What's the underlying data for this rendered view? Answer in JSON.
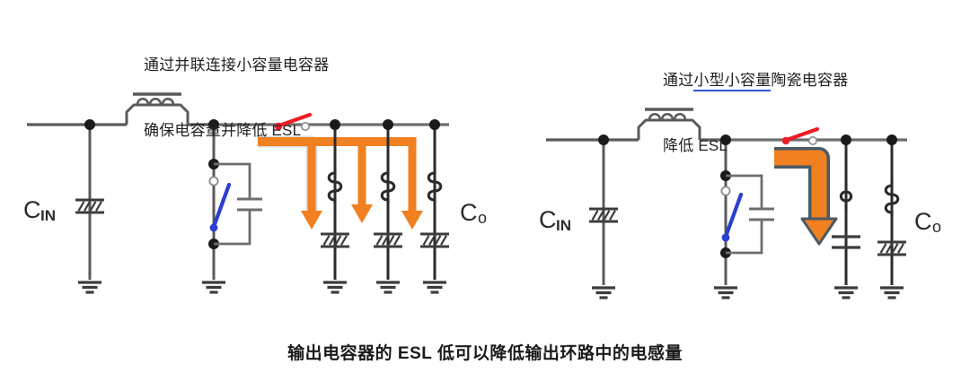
{
  "figure": {
    "caption": "输出电容器的 ESL 低可以降低输出环路中的电感量",
    "caption_bold": true
  },
  "panels": [
    {
      "id": "left-panel",
      "title_line1": "通过并联连接小容量电容器",
      "title_line2": "确保电容量并降低 ESL",
      "title_underline_text": "",
      "input_cap_label": "C",
      "input_cap_sub": "IN",
      "output_cap_label": "C",
      "output_cap_sub": "o",
      "output_branch_count": 3,
      "esl_inductor_turns": 3,
      "arrow_count": 3,
      "arrow_style": "thin",
      "output_cap_type": "electrolytic-hatched"
    },
    {
      "id": "right-panel",
      "title_line1": "通过小型小容量陶瓷电容器",
      "title_line2": "降低 ESL",
      "title_underline_text": "小型小容量",
      "title_prefix": "通过",
      "title_suffix": "陶瓷电容器",
      "input_cap_label": "C",
      "input_cap_sub": "IN",
      "output_cap_label": "C",
      "output_cap_sub": "o",
      "output_branch_count": 2,
      "esl_inductor_turns_small": 1,
      "esl_inductor_turns_large": 3,
      "arrow_count": 1,
      "arrow_style": "thick",
      "output_cap_type_small": "ceramic-plain",
      "output_cap_type_large": "electrolytic-hatched"
    }
  ],
  "colors": {
    "wire": "#3c3c3c",
    "wire_light": "#6e6e6e",
    "node": "#1a1a1a",
    "switch_blue": "#2b3fd0",
    "switch_red": "#ee1c25",
    "arrow_orange": "#f08020",
    "arrow_outline": "#4a5a66",
    "underline_blue": "#2b56d6",
    "text": "#231f20",
    "background": "#ffffff"
  },
  "symbols": {
    "ground": "ground-symbol",
    "inductor_main": "main-inductor",
    "inductor_esl": "esl-inductor",
    "capacitor_electrolytic": "electrolytic-capacitor",
    "capacitor_plain": "plain-capacitor",
    "switch_nmos": "switch-symbol",
    "current_arrow": "current-flow-arrow"
  }
}
